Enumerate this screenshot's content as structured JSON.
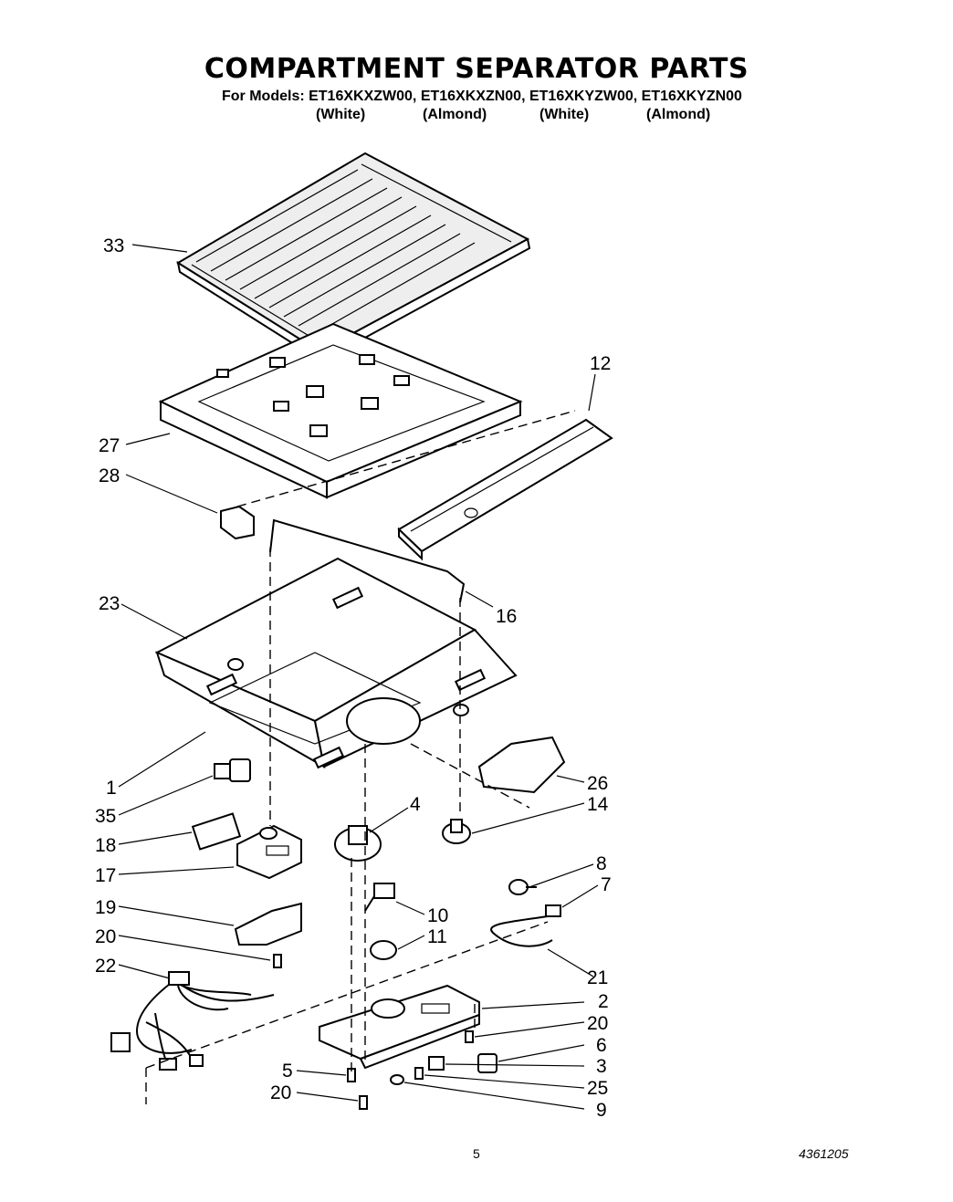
{
  "header": {
    "title": "COMPARTMENT SEPARATOR PARTS",
    "models_line": "For Models: ET16XKXZW00, ET16XKXZN00, ET16XKYZW00,  ET16XKYZN00",
    "colors": [
      "(White)",
      "(Almond)",
      "(White)",
      "(Almond)"
    ]
  },
  "callouts": {
    "c33": "33",
    "c27": "27",
    "c28": "28",
    "c12": "12",
    "c23": "23",
    "c16": "16",
    "c1": "1",
    "c35": "35",
    "c18": "18",
    "c17": "17",
    "c19": "19",
    "c20a": "20",
    "c22": "22",
    "c4": "4",
    "c26": "26",
    "c14": "14",
    "c8": "8",
    "c7": "7",
    "c10": "10",
    "c11": "11",
    "c21": "21",
    "c2": "2",
    "c20b": "20",
    "c6": "6",
    "c3": "3",
    "c25": "25",
    "c9": "9",
    "c5": "5",
    "c20c": "20"
  },
  "footer": {
    "page_number": "5",
    "doc_number": "4361205"
  }
}
